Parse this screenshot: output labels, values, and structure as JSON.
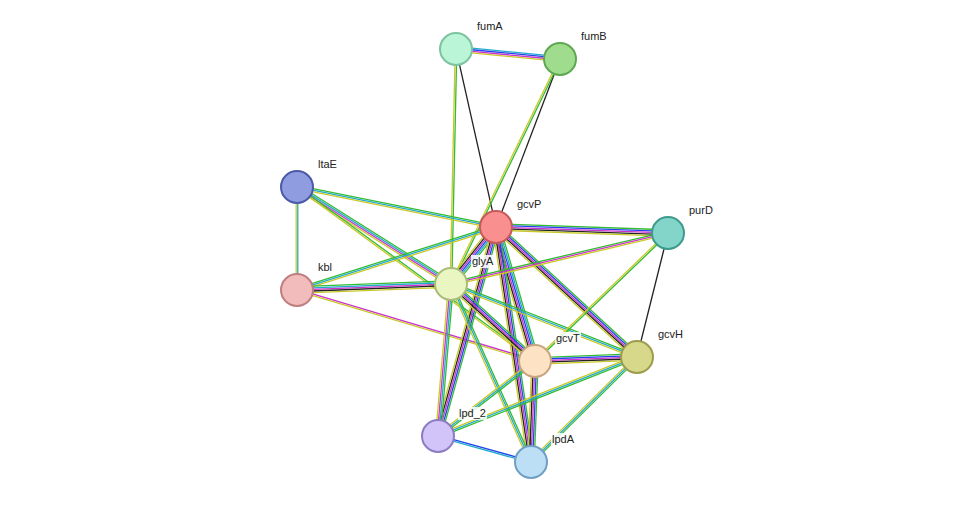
{
  "diagram": {
    "nodes": [
      {
        "text": [
          "fumA"
        ]
      },
      {
        "text": [
          "fumB"
        ]
      },
      {
        "text": [
          "ltaE"
        ]
      },
      {
        "text": [
          "gcvP"
        ]
      },
      {
        "text": [
          "purD"
        ]
      },
      {
        "text": [
          "kbl"
        ]
      },
      {
        "text": [
          "glyA"
        ]
      },
      {
        "text": [
          "gcvT"
        ]
      },
      {
        "text": [
          "gcvH"
        ]
      },
      {
        "text": [
          "lpd_2"
        ]
      },
      {
        "text": [
          "lpdA"
        ]
      }
    ],
    "edges": [
      {
        "from": 0,
        "to": 1,
        "arrow": "none"
      },
      {
        "from": 0,
        "to": 3,
        "arrow": "none"
      },
      {
        "from": 0,
        "to": 6,
        "arrow": "none"
      },
      {
        "from": 1,
        "to": 3,
        "arrow": "none"
      },
      {
        "from": 1,
        "to": 6,
        "arrow": "none"
      },
      {
        "from": 2,
        "to": 5,
        "arrow": "none"
      },
      {
        "from": 2,
        "to": 3,
        "arrow": "none"
      },
      {
        "from": 2,
        "to": 6,
        "arrow": "none"
      },
      {
        "from": 2,
        "to": 7,
        "arrow": "none"
      },
      {
        "from": 5,
        "to": 3,
        "arrow": "none"
      },
      {
        "from": 5,
        "to": 6,
        "arrow": "none"
      },
      {
        "from": 5,
        "to": 7,
        "arrow": "none"
      },
      {
        "from": 3,
        "to": 4,
        "arrow": "none"
      },
      {
        "from": 3,
        "to": 6,
        "arrow": "none"
      },
      {
        "from": 3,
        "to": 7,
        "arrow": "none"
      },
      {
        "from": 3,
        "to": 8,
        "arrow": "none"
      },
      {
        "from": 3,
        "to": 9,
        "arrow": "none"
      },
      {
        "from": 3,
        "to": 10,
        "arrow": "none"
      },
      {
        "from": 6,
        "to": 4,
        "arrow": "none"
      },
      {
        "from": 6,
        "to": 7,
        "arrow": "none"
      },
      {
        "from": 6,
        "to": 8,
        "arrow": "none"
      },
      {
        "from": 6,
        "to": 9,
        "arrow": "none"
      },
      {
        "from": 6,
        "to": 10,
        "arrow": "none"
      },
      {
        "from": 4,
        "to": 7,
        "arrow": "none"
      },
      {
        "from": 4,
        "to": 8,
        "arrow": "none"
      },
      {
        "from": 7,
        "to": 8,
        "arrow": "none"
      },
      {
        "from": 7,
        "to": 9,
        "arrow": "none"
      },
      {
        "from": 7,
        "to": 10,
        "arrow": "none"
      },
      {
        "from": 8,
        "to": 9,
        "arrow": "none"
      },
      {
        "from": 8,
        "to": 10,
        "arrow": "none"
      },
      {
        "from": 9,
        "to": 10,
        "arrow": "none"
      }
    ]
  }
}
